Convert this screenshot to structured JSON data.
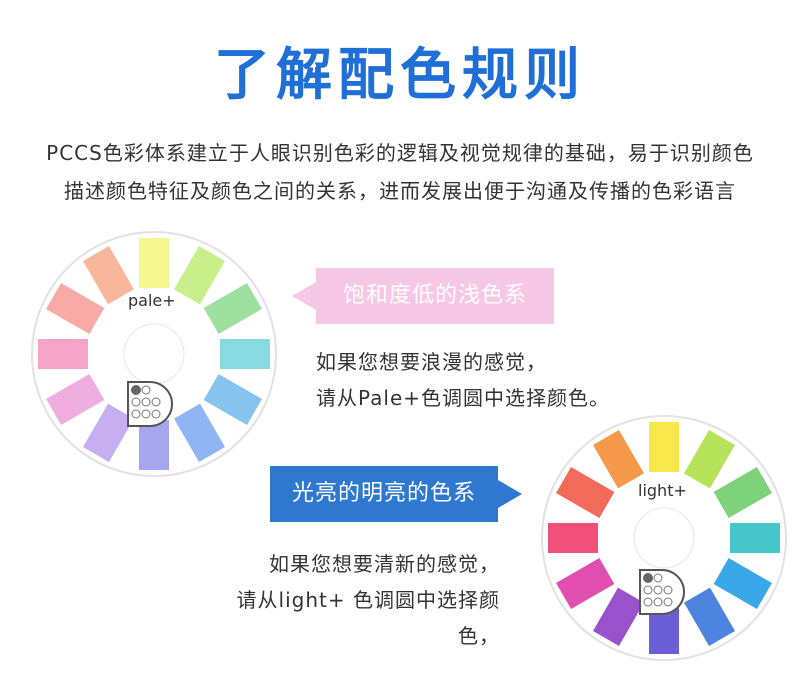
{
  "title": "了解配色规则",
  "intro": "PCCS色彩体系建立于人眼识别色彩的逻辑及视觉规律的基础，易于识别颜色描述颜色特征及颜色之间的关系，进而发展出便于沟通及传播的色彩语言",
  "pale": {
    "tag": "饱和度低的浅色系",
    "desc_line1": "如果您想要浪漫的感觉，",
    "desc_line2": "请从Pale+色调圆中选择颜色。",
    "wheel_label": "pale+",
    "colors": [
      "#f6f68f",
      "#c9ef8a",
      "#9ee0a0",
      "#89d9e0",
      "#86c3ee",
      "#8fb6f2",
      "#a6a6ee",
      "#c6aef0",
      "#f0aee0",
      "#f6a3c8",
      "#f7aaa6",
      "#f8b79a"
    ]
  },
  "light": {
    "tag": "光亮的明亮的色系",
    "desc_line1": "如果您想要清新的感觉，",
    "desc_line2": "请从light+ 色调圆中选择颜色，",
    "wheel_label": "light+",
    "colors": [
      "#f6e84a",
      "#b7e35a",
      "#7dd27a",
      "#46c6c8",
      "#3aa8e8",
      "#4c84e0",
      "#6a5fd6",
      "#9a52cc",
      "#e04fb0",
      "#f0507a",
      "#f26a5a",
      "#f59a4a"
    ]
  }
}
